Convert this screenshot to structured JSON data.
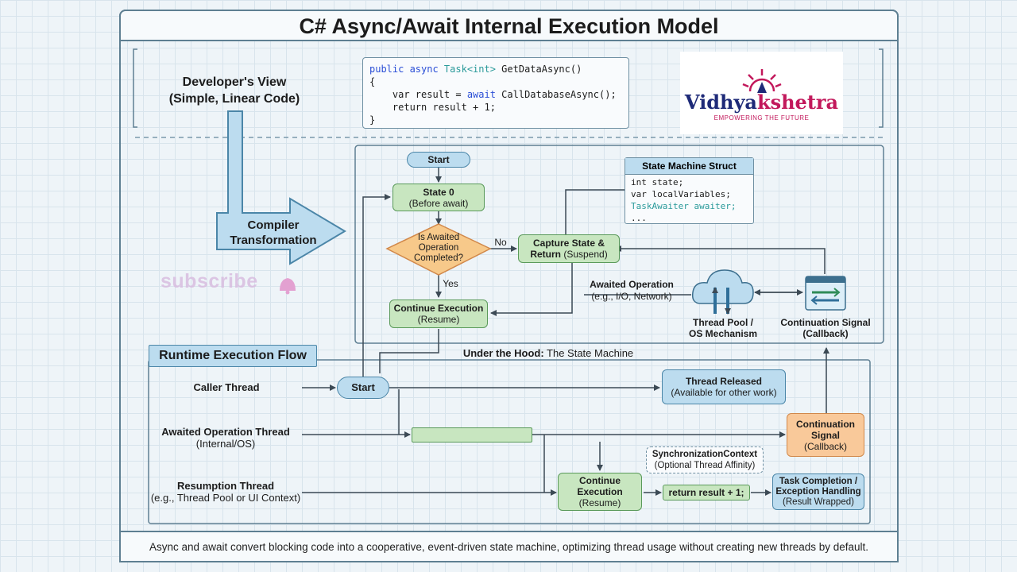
{
  "title": "C# Async/Await Internal Execution Model",
  "developer_view": {
    "line1": "Developer's View",
    "line2": "(Simple, Linear Code)"
  },
  "code_lines": [
    {
      "a": "public async ",
      "b": "Task<int>",
      "c": " GetDataAsync()"
    },
    {
      "a": "{",
      "b": "",
      "c": ""
    },
    {
      "a": "    var result = ",
      "b": "await",
      "c": " CallDatabaseAsync();"
    },
    {
      "a": "    return result + 1;",
      "b": "",
      "c": ""
    },
    {
      "a": "}",
      "b": "",
      "c": ""
    }
  ],
  "logo": {
    "text_a": "Vidhya",
    "text_b": "kshetra",
    "tagline": "EMPOWERING THE FUTURE"
  },
  "compiler": {
    "line1": "Compiler",
    "line2": "Transformation"
  },
  "watermark": "subscribe",
  "state_machine": {
    "start": "Start",
    "state0_title": "State 0",
    "state0_sub": "(Before await)",
    "decision_l1": "Is Awaited",
    "decision_l2": "Operation",
    "decision_l3": "Completed?",
    "no_label": "No",
    "yes_label": "Yes",
    "capture_l1": "Capture State &",
    "capture_l2a": "Return",
    "capture_l2b": " (Suspend)",
    "continue_title": "Continue Execution",
    "continue_sub": "(Resume)",
    "struct_title": "State Machine Struct",
    "struct_lines": [
      "int state;",
      "var localVariables;",
      "TaskAwaiter awaiter;",
      "..."
    ],
    "awaited_title": "Awaited Operation",
    "awaited_sub": "(e.g., I/O, Network)",
    "threadpool_l1": "Thread Pool /",
    "threadpool_l2": "OS Mechanism",
    "contsig_l1": "Continuation Signal",
    "contsig_l2": "(Callback)",
    "caption_bold": "Under the Hood:",
    "caption_rest": " The State Machine"
  },
  "runtime": {
    "title": "Runtime Execution Flow",
    "caller_thread": "Caller Thread",
    "awaited_thread_l1": "Awaited Operation Thread",
    "awaited_thread_l2": "(Internal/OS)",
    "resumption_l1": "Resumption Thread",
    "resumption_l2": "(e.g., Thread Pool or UI Context)",
    "start": "Start",
    "released_title": "Thread Released",
    "released_sub": "(Available for other work)",
    "contsig_l1": "Continuation",
    "contsig_l2": "Signal",
    "contsig_l3": "(Callback)",
    "sync_l1": "SynchronizationContext",
    "sync_l2": "(Optional Thread Affinity)",
    "cont_l1": "Continue",
    "cont_l2": "Execution",
    "cont_l3": "(Resume)",
    "return_stmt": "return result + 1;",
    "task_l1": "Task Completion /",
    "task_l2": "Exception Handling",
    "task_l3": "(Result Wrapped)"
  },
  "footer": "Async and await convert blocking code into a cooperative, event-driven state machine, optimizing thread usage without creating new threads by default.",
  "colors": {
    "green": "#c8e6c0",
    "blue": "#bcdcef",
    "orange": "#f9c99a",
    "diamond": "#f7c98a",
    "line": "#3c4a55"
  }
}
